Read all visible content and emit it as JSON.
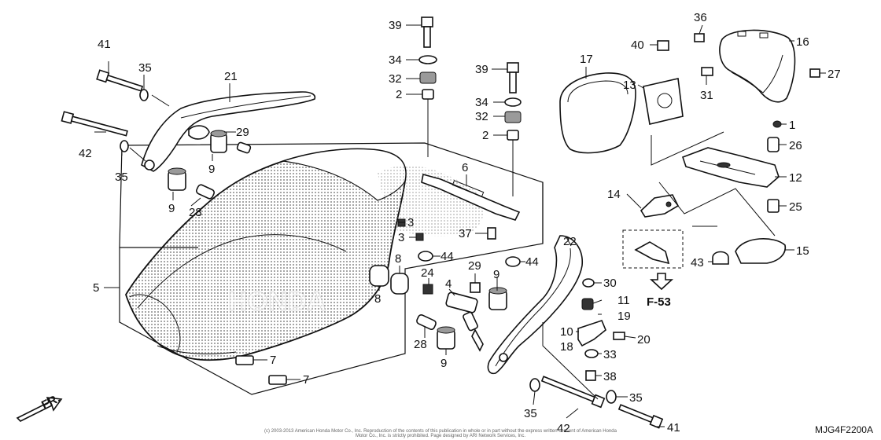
{
  "diagram": {
    "labels": [
      {
        "id": "l41a",
        "text": "41"
      },
      {
        "id": "l35a",
        "text": "35"
      },
      {
        "id": "l21",
        "text": "21"
      },
      {
        "id": "l42a",
        "text": "42"
      },
      {
        "id": "l35b",
        "text": "35"
      },
      {
        "id": "l29a",
        "text": "29"
      },
      {
        "id": "l9a",
        "text": "9"
      },
      {
        "id": "l9b",
        "text": "9"
      },
      {
        "id": "l28a",
        "text": "28"
      },
      {
        "id": "l5",
        "text": "5"
      },
      {
        "id": "l7a",
        "text": "7"
      },
      {
        "id": "l7b",
        "text": "7"
      },
      {
        "id": "l39a",
        "text": "39"
      },
      {
        "id": "l34a",
        "text": "34"
      },
      {
        "id": "l32a",
        "text": "32"
      },
      {
        "id": "l2a",
        "text": "2"
      },
      {
        "id": "l39b",
        "text": "39"
      },
      {
        "id": "l34b",
        "text": "34"
      },
      {
        "id": "l32b",
        "text": "32"
      },
      {
        "id": "l2b",
        "text": "2"
      },
      {
        "id": "l6",
        "text": "6"
      },
      {
        "id": "l3a",
        "text": "3"
      },
      {
        "id": "l3b",
        "text": "3"
      },
      {
        "id": "l37",
        "text": "37"
      },
      {
        "id": "l44a",
        "text": "44"
      },
      {
        "id": "l44b",
        "text": "44"
      },
      {
        "id": "l8a",
        "text": "8"
      },
      {
        "id": "l8b",
        "text": "8"
      },
      {
        "id": "l24",
        "text": "24"
      },
      {
        "id": "l4",
        "text": "4"
      },
      {
        "id": "l29b",
        "text": "29"
      },
      {
        "id": "l9c",
        "text": "9"
      },
      {
        "id": "l28b",
        "text": "28"
      },
      {
        "id": "l9d",
        "text": "9"
      },
      {
        "id": "l22",
        "text": "22"
      },
      {
        "id": "l30",
        "text": "30"
      },
      {
        "id": "l11",
        "text": "11"
      },
      {
        "id": "l19",
        "text": "19"
      },
      {
        "id": "l10",
        "text": "10"
      },
      {
        "id": "l18",
        "text": "18"
      },
      {
        "id": "l20",
        "text": "20"
      },
      {
        "id": "l33",
        "text": "33"
      },
      {
        "id": "l38",
        "text": "38"
      },
      {
        "id": "l35c",
        "text": "35"
      },
      {
        "id": "l35d",
        "text": "35"
      },
      {
        "id": "l42b",
        "text": "42"
      },
      {
        "id": "l41b",
        "text": "41"
      },
      {
        "id": "l17",
        "text": "17"
      },
      {
        "id": "l40",
        "text": "40"
      },
      {
        "id": "l36",
        "text": "36"
      },
      {
        "id": "l16",
        "text": "16"
      },
      {
        "id": "l13",
        "text": "13"
      },
      {
        "id": "l31",
        "text": "31"
      },
      {
        "id": "l27",
        "text": "27"
      },
      {
        "id": "l1",
        "text": "1"
      },
      {
        "id": "l26",
        "text": "26"
      },
      {
        "id": "l12",
        "text": "12"
      },
      {
        "id": "l14",
        "text": "14"
      },
      {
        "id": "l25",
        "text": "25"
      },
      {
        "id": "l43",
        "text": "43"
      },
      {
        "id": "l15",
        "text": "15"
      }
    ],
    "ref_page": "F-53",
    "front_marker": "FR.",
    "diagram_code": "MJG4F2200A",
    "copyright": "(c) 2003-2013 American Honda Motor Co., Inc. Reproduction of the contents of this publication in whole or in part without the express written consent of American Honda Motor Co., Inc. is strictly prohibited. Page designed by ARI Network Services, Inc."
  }
}
